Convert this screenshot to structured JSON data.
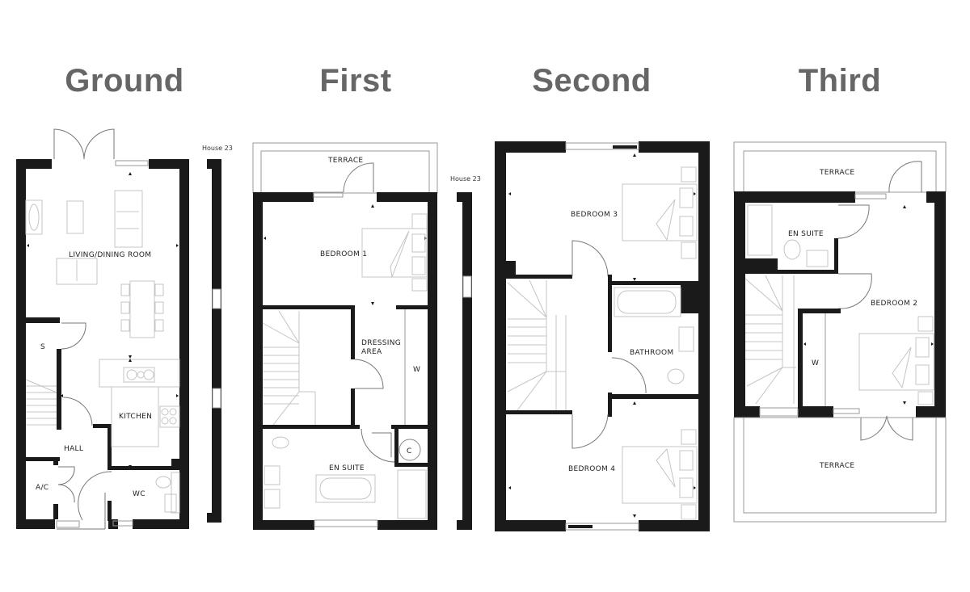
{
  "floors": [
    {
      "title": "Ground",
      "rooms": [
        "LIVING/DINING ROOM",
        "S",
        "KITCHEN",
        "HALL",
        "A/C",
        "WC"
      ],
      "neighbour_label": "House 23"
    },
    {
      "title": "First",
      "rooms": [
        "TERRACE",
        "BEDROOM 1",
        "DRESSING AREA",
        "W",
        "EN SUITE",
        "C"
      ],
      "neighbour_label": "House 23"
    },
    {
      "title": "Second",
      "rooms": [
        "BEDROOM 3",
        "BATHROOM",
        "BEDROOM 4"
      ]
    },
    {
      "title": "Third",
      "rooms": [
        "TERRACE",
        "EN SUITE",
        "BEDROOM 2",
        "W",
        "TERRACE"
      ]
    }
  ],
  "labels": {
    "ground_living": "LIVING/DINING ROOM",
    "ground_s": "S",
    "ground_kitchen": "KITCHEN",
    "ground_hall": "HALL",
    "ground_ac": "A/C",
    "ground_wc": "WC",
    "ground_house": "House 23",
    "first_terrace": "TERRACE",
    "first_bedroom1": "BEDROOM 1",
    "first_dressing_1": "DRESSING",
    "first_dressing_2": "AREA",
    "first_w": "W",
    "first_ensuite": "EN SUITE",
    "first_c": "C",
    "first_house": "House 23",
    "second_bedroom3": "BEDROOM 3",
    "second_bathroom": "BATHROOM",
    "second_bedroom4": "BEDROOM 4",
    "third_terrace_top": "TERRACE",
    "third_ensuite": "EN SUITE",
    "third_bedroom2": "BEDROOM 2",
    "third_w": "W",
    "third_terrace_bottom": "TERRACE"
  },
  "colors": {
    "title": "#666666",
    "wall": "#1a1a1a",
    "furniture": "#c4c4c4"
  }
}
